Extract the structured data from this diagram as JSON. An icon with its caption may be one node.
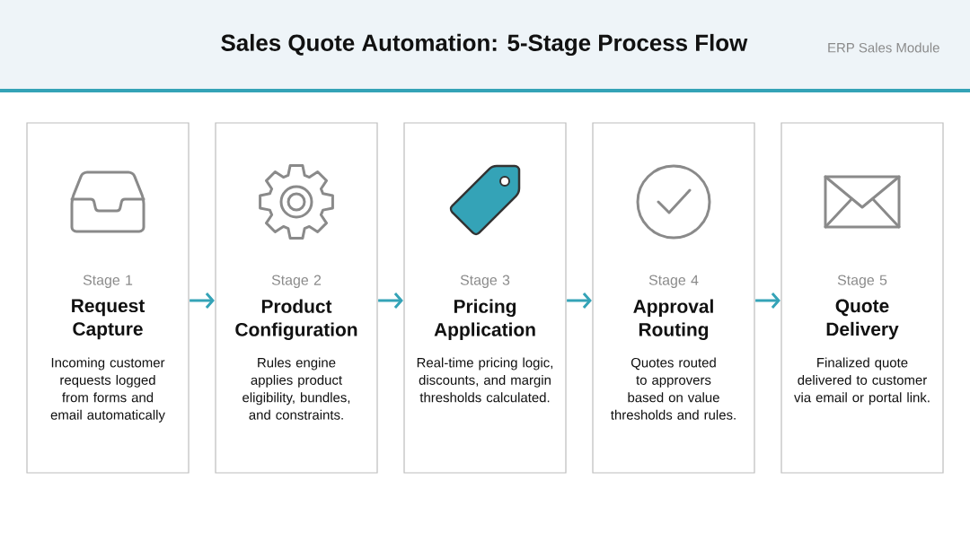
{
  "diagram": {
    "title": "Sales Quote Automation: 5-Stage Process Flow",
    "nodes": [
      {
        "text": [
          "Stage 1",
          "Request Capture",
          "Incoming customer requests logged from forms and email automatically"
        ]
      },
      {
        "text": [
          "Stage 2",
          "Product Configuration",
          "Rules engine applies product eligibility, bundles, and constraints."
        ]
      },
      {
        "text": [
          "Stage 3",
          "Pricing Application",
          "Real-time pricing logic, discounts, and margin thresholds calculated."
        ]
      },
      {
        "text": [
          "Stage 4",
          "Approval Routing",
          "Quotes routed to approvers based on value thresholds and rules."
        ]
      },
      {
        "text": [
          "Stage 5",
          "Quote Delivery",
          "Finalized quote delivered to customer via email or portal link."
        ]
      }
    ],
    "edges": [
      {
        "from": 0,
        "to": 1,
        "arrow": "to"
      },
      {
        "from": 1,
        "to": 2,
        "arrow": "to"
      },
      {
        "from": 2,
        "to": 3,
        "arrow": "to"
      },
      {
        "from": 3,
        "to": 4,
        "arrow": "to"
      }
    ],
    "labels": [
      "ERP Sales Module"
    ]
  }
}
